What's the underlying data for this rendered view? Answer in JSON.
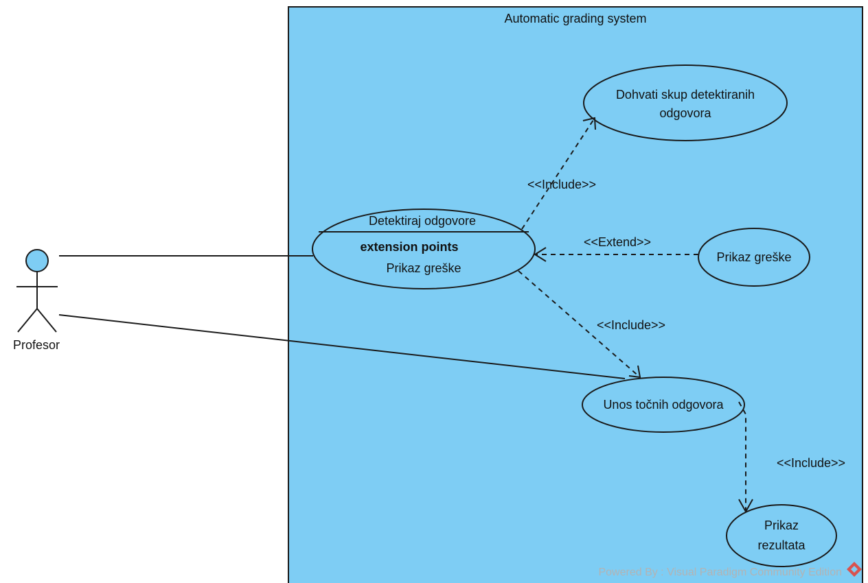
{
  "system": {
    "title": "Automatic grading system",
    "fill": "#7ecdf4",
    "border": "#1a1a1a"
  },
  "actor": {
    "name": "Profesor",
    "head_fill": "#7ecdf4"
  },
  "use_cases": {
    "dohvati": {
      "line1": "Dohvati skup detektiranih",
      "line2": "odgovora"
    },
    "detektiraj": {
      "name": "Detektiraj odgovore",
      "ext_header": "extension points",
      "ext_point": "Prikaz greške"
    },
    "prikaz_greske": {
      "name": "Prikaz greške"
    },
    "unos": {
      "name": "Unos točnih odgovora"
    },
    "prikaz_rezultata": {
      "line1": "Prikaz",
      "line2": "rezultata"
    }
  },
  "relationships": {
    "include_dohvati": "<<Include>>",
    "extend_prikaz_greske": "<<Extend>>",
    "include_unos": "<<Include>>",
    "include_rezultata": "<<Include>>"
  },
  "watermark": {
    "text": "Powered By : Visual Paradigm Community Edition",
    "logo_color": "#d9534f",
    "icon": "visual-paradigm-logo-icon"
  }
}
